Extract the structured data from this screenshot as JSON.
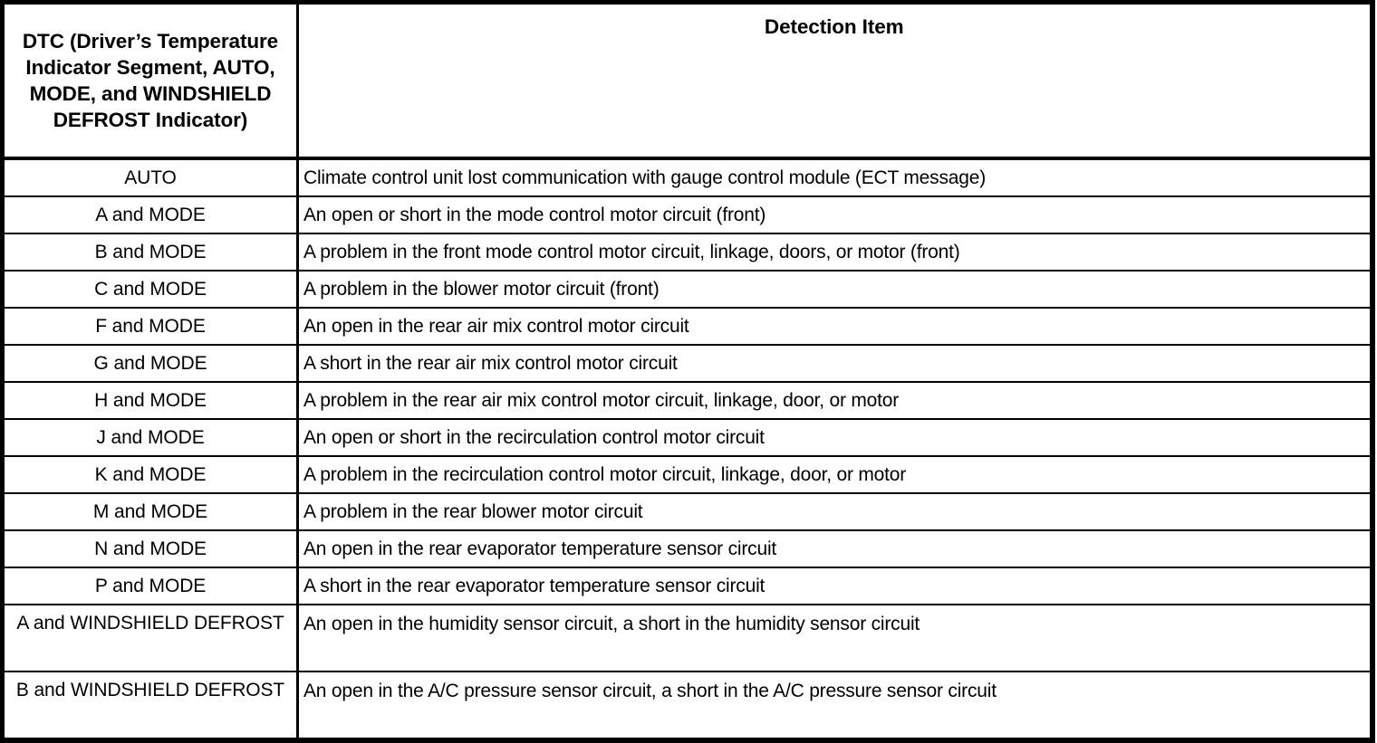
{
  "table": {
    "headers": {
      "dtc": "DTC (Driver’s Temperature Indicator Segment, AUTO, MODE, and WINDSHIELD DEFROST Indicator)",
      "detection": "Detection Item"
    },
    "rows": [
      {
        "dtc": "AUTO",
        "detection": "Climate control unit lost communication with gauge control module (ECT message)"
      },
      {
        "dtc": "A and MODE",
        "detection": "An open or short in the mode control motor circuit (front)"
      },
      {
        "dtc": "B and MODE",
        "detection": "A problem in the front mode control motor circuit, linkage, doors, or motor (front)"
      },
      {
        "dtc": "C and MODE",
        "detection": "A problem in the blower motor circuit (front)"
      },
      {
        "dtc": "F and MODE",
        "detection": "An open in the rear air mix control motor circuit"
      },
      {
        "dtc": "G and MODE",
        "detection": "A short in the rear air mix control motor circuit"
      },
      {
        "dtc": "H and MODE",
        "detection": "A problem in the rear air mix control motor circuit, linkage, door, or motor"
      },
      {
        "dtc": "J and MODE",
        "detection": "An open or short in the recirculation control motor circuit"
      },
      {
        "dtc": "K and MODE",
        "detection": "A problem in the recirculation control motor circuit, linkage, door, or motor"
      },
      {
        "dtc": "M and MODE",
        "detection": "A problem in the rear blower motor circuit"
      },
      {
        "dtc": "N and MODE",
        "detection": "An open in the rear evaporator temperature sensor circuit"
      },
      {
        "dtc": "P and MODE",
        "detection": "A short in the rear evaporator temperature sensor circuit"
      },
      {
        "dtc": "A and WINDSHIELD DEFROST",
        "detection": "An open in the humidity sensor circuit, a short in the humidity sensor circuit"
      },
      {
        "dtc": "B and WINDSHIELD DEFROST",
        "detection": "An open in the A/C pressure sensor circuit, a short in the A/C pressure sensor circuit"
      }
    ]
  },
  "colors": {
    "border": "#000000",
    "background": "#ffffff",
    "text": "#000000"
  }
}
